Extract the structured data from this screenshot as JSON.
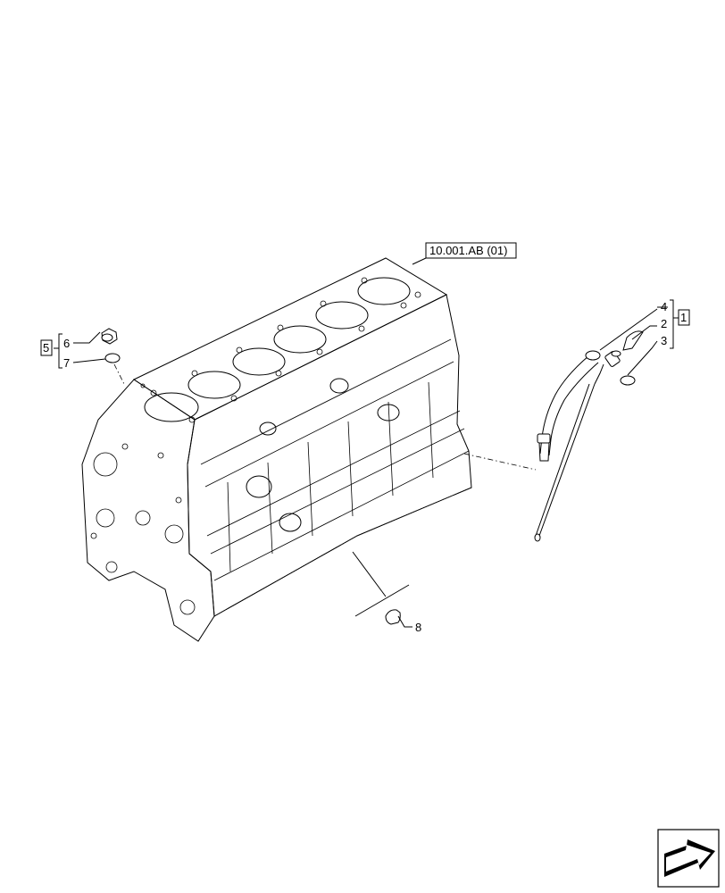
{
  "reference_label": "10.001.AB (01)",
  "group_labels": {
    "group_right": "1",
    "group_left": "5"
  },
  "callouts": {
    "c2": "2",
    "c3": "3",
    "c4": "4",
    "c6": "6",
    "c7": "7",
    "c8": "8"
  },
  "icons": {
    "nav": "next-page-arrow-icon"
  }
}
